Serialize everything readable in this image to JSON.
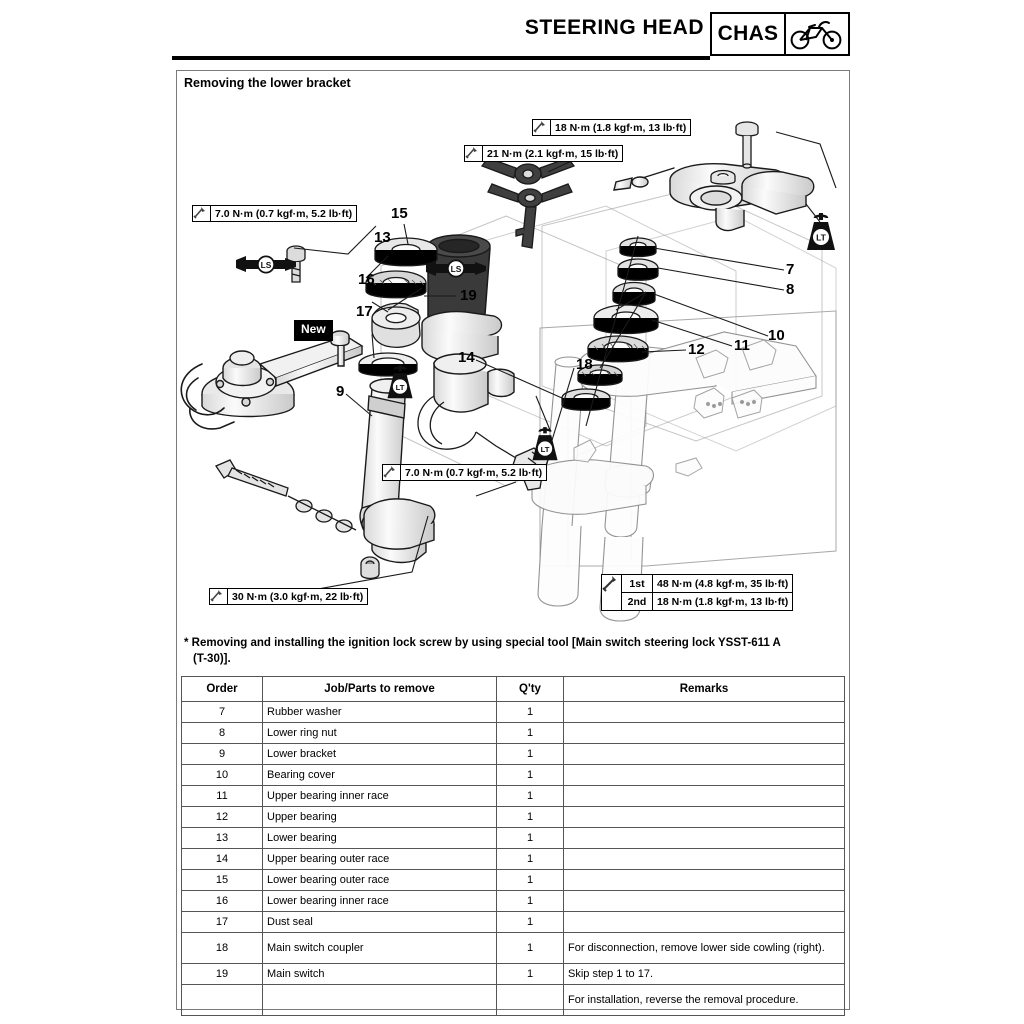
{
  "header": {
    "title": "STEERING HEAD",
    "section_code": "CHAS",
    "icon": "motorcycle-icon"
  },
  "section": {
    "title": "Removing the lower bracket"
  },
  "diagram": {
    "torque_specs": [
      {
        "id": "t18",
        "text": "18 N·m (1.8 kgf·m, 13 lb·ft)"
      },
      {
        "id": "t21",
        "text": "21 N·m (2.1 kgf·m, 15 lb·ft)"
      },
      {
        "id": "t70a",
        "text": "7.0 N·m (0.7 kgf·m, 5.2 lb·ft)"
      },
      {
        "id": "t70b",
        "text": "7.0 N·m (0.7 kgf·m, 5.2 lb·ft)"
      },
      {
        "id": "t30",
        "text": "30 N·m (3.0 kgf·m, 22 lb·ft)"
      }
    ],
    "staged_torque": {
      "rows": [
        {
          "order": "1st",
          "text": "48 N·m (4.8 kgf·m, 35 lb·ft)"
        },
        {
          "order": "2nd",
          "text": "18 N·m (1.8 kgf·m, 13 lb·ft)"
        }
      ]
    },
    "new_badge": "New",
    "lubricant_marks": [
      "LS",
      "LS"
    ],
    "threadlock_marks": [
      "LT",
      "LT"
    ],
    "callout_numbers": [
      "15",
      "13",
      "16",
      "17",
      "19",
      "18",
      "9",
      "7",
      "8",
      "10",
      "11",
      "12",
      "14"
    ]
  },
  "note": {
    "line1": "* Removing and installing the ignition lock screw by using special tool [Main switch steering lock YSST-611 A",
    "line2": "(T-30)]."
  },
  "table": {
    "columns": [
      "Order",
      "Job/Parts to remove",
      "Q'ty",
      "Remarks"
    ],
    "rows": [
      {
        "order": "7",
        "job": "Rubber washer",
        "qty": "1",
        "remarks": ""
      },
      {
        "order": "8",
        "job": "Lower ring nut",
        "qty": "1",
        "remarks": ""
      },
      {
        "order": "9",
        "job": "Lower bracket",
        "qty": "1",
        "remarks": ""
      },
      {
        "order": "10",
        "job": "Bearing cover",
        "qty": "1",
        "remarks": ""
      },
      {
        "order": "11",
        "job": "Upper bearing inner race",
        "qty": "1",
        "remarks": ""
      },
      {
        "order": "12",
        "job": "Upper bearing",
        "qty": "1",
        "remarks": ""
      },
      {
        "order": "13",
        "job": "Lower bearing",
        "qty": "1",
        "remarks": ""
      },
      {
        "order": "14",
        "job": "Upper bearing outer race",
        "qty": "1",
        "remarks": ""
      },
      {
        "order": "15",
        "job": "Lower bearing outer race",
        "qty": "1",
        "remarks": ""
      },
      {
        "order": "16",
        "job": "Lower bearing inner race",
        "qty": "1",
        "remarks": ""
      },
      {
        "order": "17",
        "job": "Dust seal",
        "qty": "1",
        "remarks": ""
      },
      {
        "order": "18",
        "job": "Main switch coupler",
        "qty": "1",
        "remarks": "For disconnection, remove lower side cowling (right)."
      },
      {
        "order": "19",
        "job": "Main switch",
        "qty": "1",
        "remarks": "Skip step 1 to 17."
      },
      {
        "order": "",
        "job": "",
        "qty": "",
        "remarks": "For installation, reverse the removal procedure."
      }
    ]
  },
  "colors": {
    "ink": "#000000",
    "frame": "#7a7a7a",
    "part_fill": "#e8e8e8",
    "ghost": "#9a9a9a"
  }
}
